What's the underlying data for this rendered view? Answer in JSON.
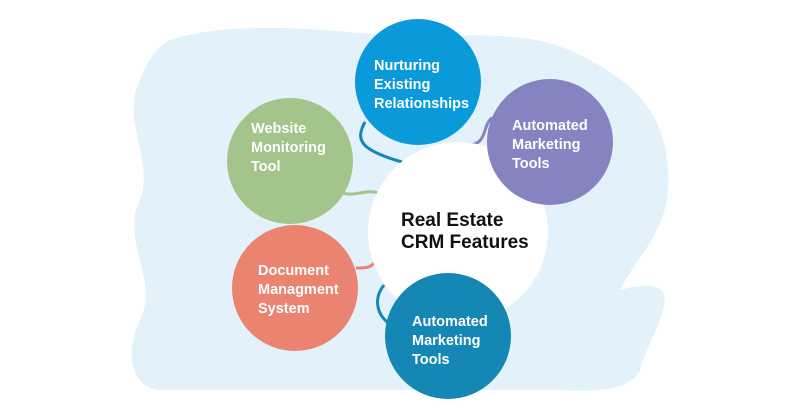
{
  "center": {
    "title": "Real Estate\nCRM Features"
  },
  "nodes": [
    {
      "label": "Nurturing\nExisting\nRelationships",
      "color": "#0a9ad9"
    },
    {
      "label": "Automated\nMarketing\nTools",
      "color": "#8583c0"
    },
    {
      "label": "Website\nMonitoring\nTool",
      "color": "#a3c48a"
    },
    {
      "label": "Document\nManagment\nSystem",
      "color": "#ea8471"
    },
    {
      "label": "Automated\nMarketing\nTools",
      "color": "#1487b4"
    }
  ],
  "colors": {
    "background_blob": "#e2f1fa"
  }
}
